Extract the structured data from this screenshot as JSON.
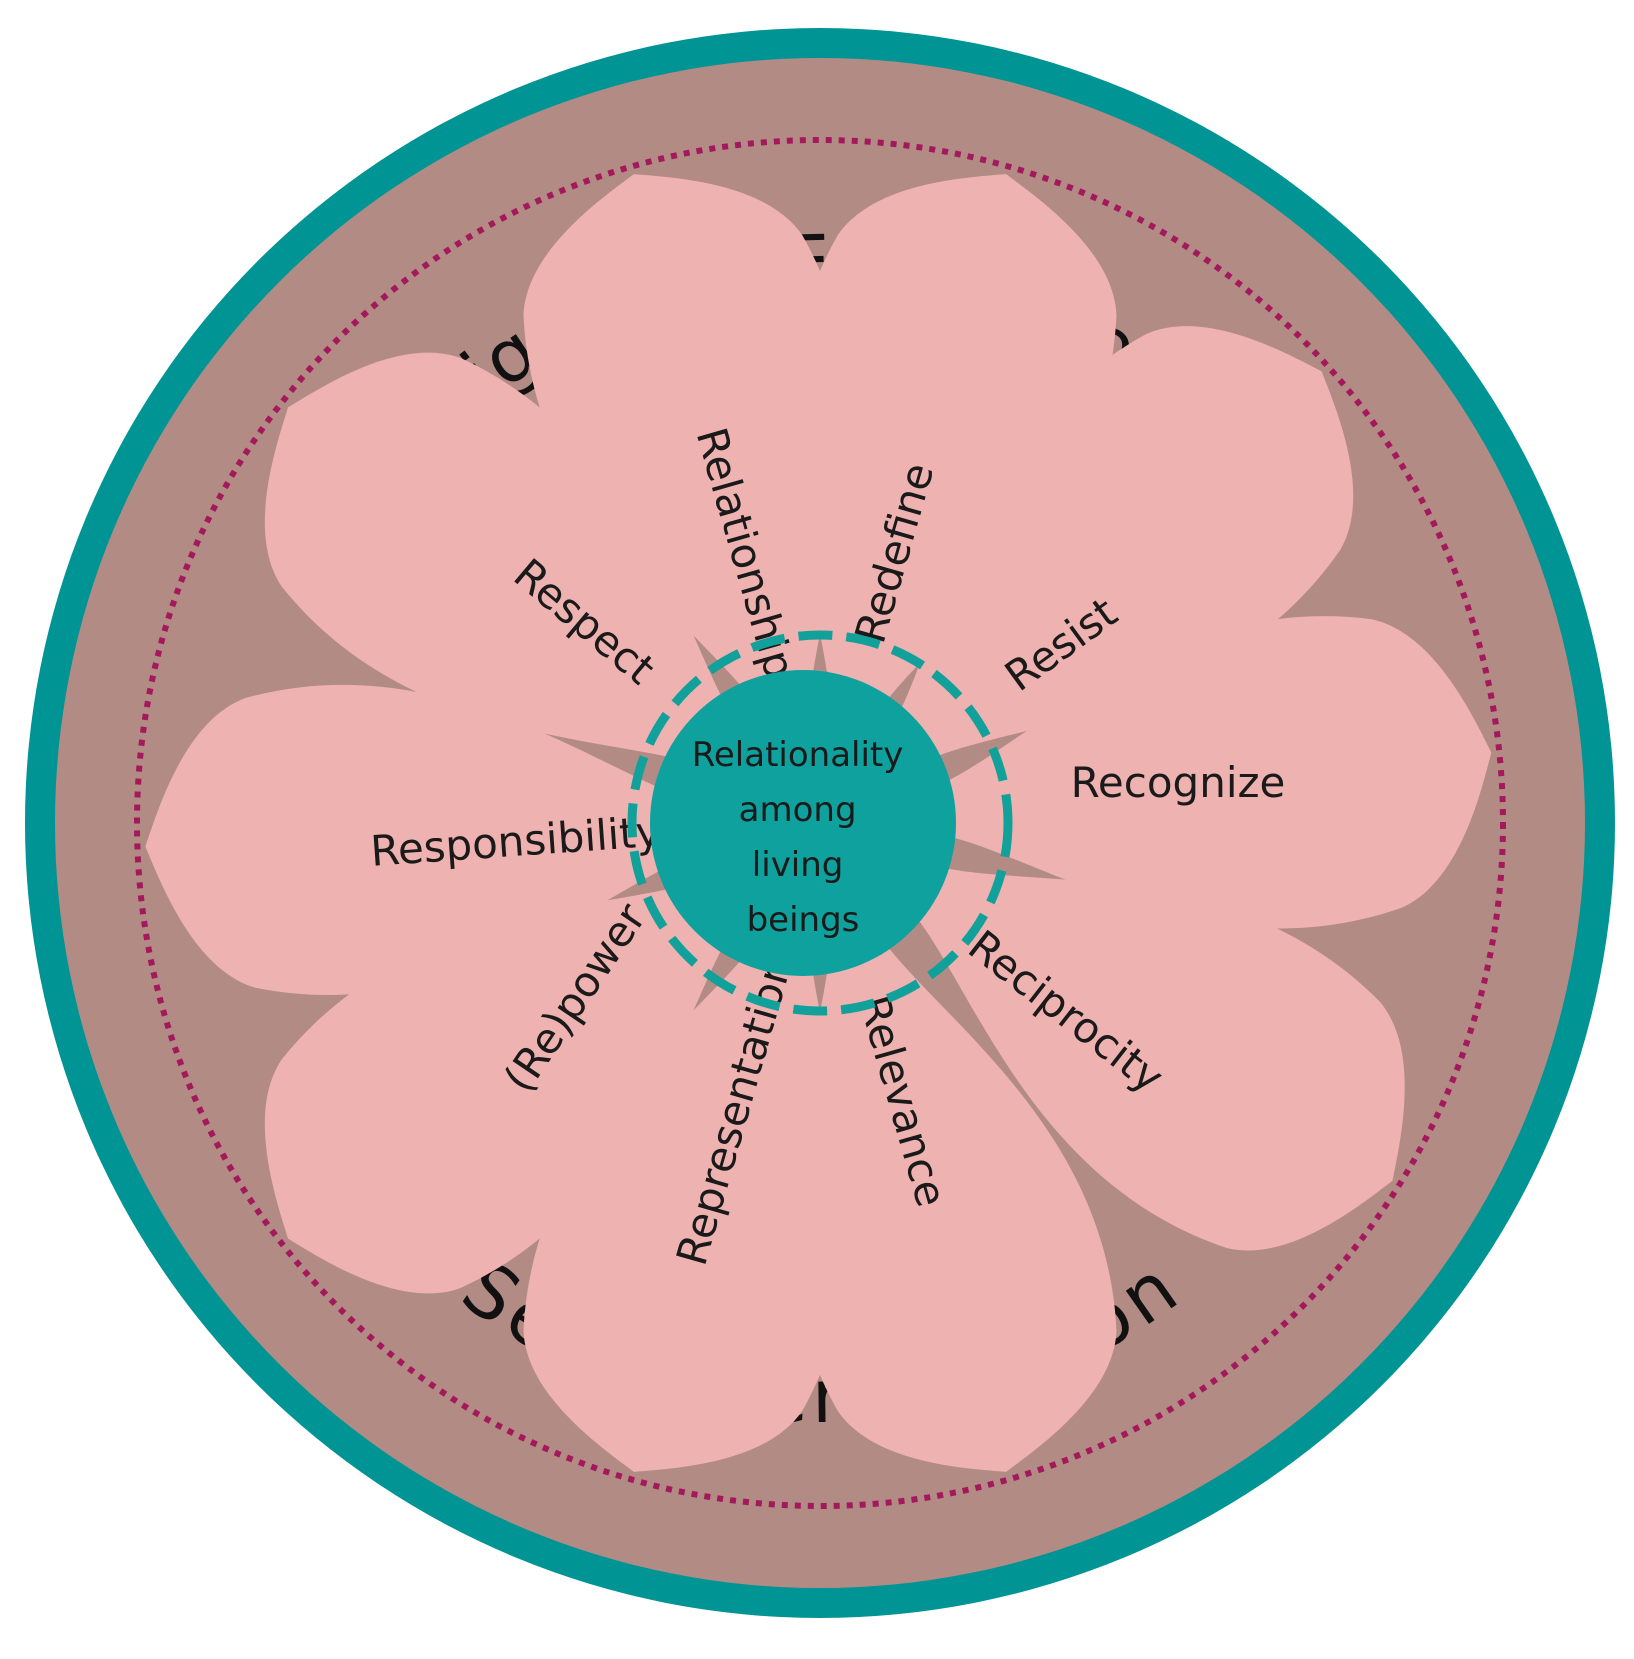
{
  "outer_ring": {
    "top_text": "Indigenous Epistomology",
    "bottom_text": "Self-Determination"
  },
  "center": {
    "lines": [
      "Relationality",
      "among",
      "living",
      "beings"
    ]
  },
  "petals": [
    {
      "label": "Relationship"
    },
    {
      "label": "Redefine"
    },
    {
      "label": "Resist"
    },
    {
      "label": "Recognize"
    },
    {
      "label": "Reciprocity"
    },
    {
      "label": "Relevance"
    },
    {
      "label": "Representation"
    },
    {
      "label": "(Re)power"
    },
    {
      "label": "Responsibility"
    },
    {
      "label": "Respect"
    }
  ],
  "colors": {
    "outer_ring": "#009494",
    "background_disc": "#b38b85",
    "dotted_ring": "#a3195b",
    "petal": "#eeb2b1",
    "center": "#0ea19d",
    "dashed_ring": "#12a09b"
  }
}
